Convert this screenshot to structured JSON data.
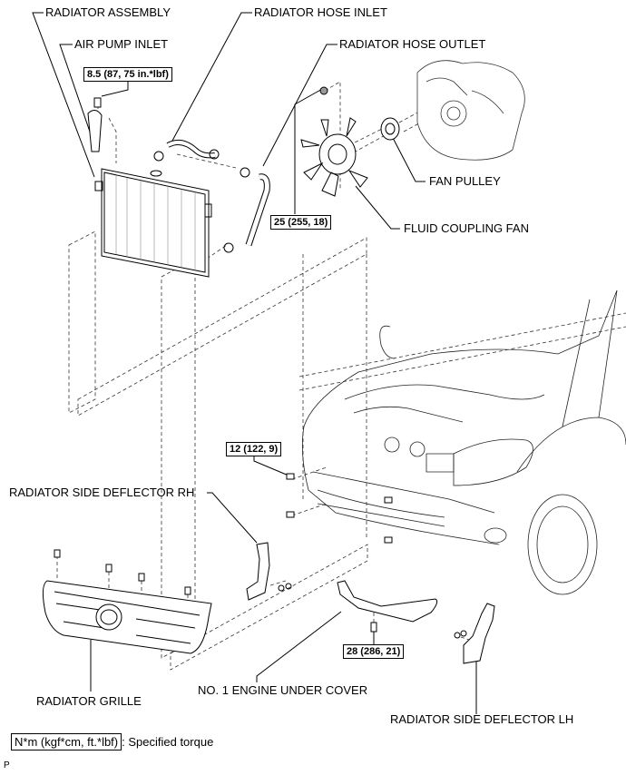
{
  "labels": {
    "radiator_assembly": "RADIATOR ASSEMBLY",
    "radiator_hose_inlet": "RADIATOR HOSE INLET",
    "air_pump_inlet": "AIR PUMP INLET",
    "radiator_hose_outlet": "RADIATOR HOSE OUTLET",
    "fan_pulley": "FAN PULLEY",
    "fluid_coupling_fan": "FLUID COUPLING FAN",
    "radiator_side_deflector_rh": "RADIATOR SIDE DEFLECTOR RH",
    "radiator_grille": "RADIATOR GRILLE",
    "no1_engine_under_cover": "NO. 1 ENGINE UNDER COVER",
    "radiator_side_deflector_lh": "RADIATOR SIDE DEFLECTOR LH"
  },
  "torques": {
    "air_pump_bolt": "8.5 (87, 75 in.*lbf)",
    "fan_nut": "25 (255, 18)",
    "bumper_bolt": "12 (122, 9)",
    "under_cover_bolt": "28 (286, 21)"
  },
  "legend": {
    "unit_box": "N*m (kgf*cm, ft.*lbf)",
    "description": ": Specified torque"
  },
  "figure_code": "P"
}
